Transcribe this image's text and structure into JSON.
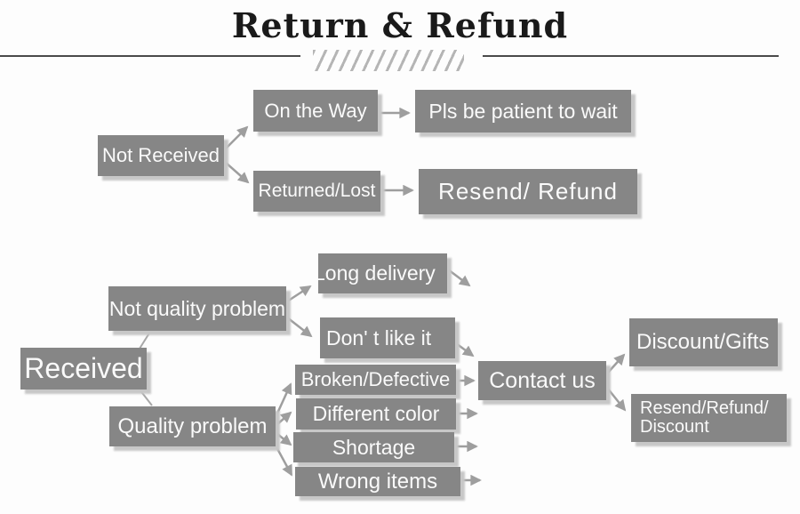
{
  "title": "Return & Refund",
  "nodes": {
    "not_received": "Not Received",
    "on_the_way": "On the Way",
    "pls_wait": "Pls be patient to wait",
    "returned_lost": "Returned/Lost",
    "resend_refund": "Resend/ Refund",
    "received": "Received",
    "not_quality_problem": "Not quality problem",
    "long_delivery": "Long delivery",
    "dont_like_it": "Don'  t like it",
    "quality_problem": "Quality problem",
    "broken_defective": "Broken/Defective",
    "different_color": "Different color",
    "shortage": "Shortage",
    "wrong_items": "Wrong items",
    "contact_us": "Contact us",
    "discount_gifts": "Discount/Gifts",
    "resend_refund_discount_line1": "Resend/Refund/",
    "resend_refund_discount_line2": "Discount"
  },
  "edges": [
    {
      "from": "not_received",
      "to": "on_the_way"
    },
    {
      "from": "not_received",
      "to": "returned_lost"
    },
    {
      "from": "on_the_way",
      "to": "pls_wait"
    },
    {
      "from": "returned_lost",
      "to": "resend_refund"
    },
    {
      "from": "received",
      "to": "not_quality_problem"
    },
    {
      "from": "received",
      "to": "quality_problem"
    },
    {
      "from": "not_quality_problem",
      "to": "long_delivery"
    },
    {
      "from": "not_quality_problem",
      "to": "dont_like_it"
    },
    {
      "from": "long_delivery",
      "to": "contact_us"
    },
    {
      "from": "dont_like_it",
      "to": "contact_us"
    },
    {
      "from": "quality_problem",
      "to": "broken_defective"
    },
    {
      "from": "quality_problem",
      "to": "different_color"
    },
    {
      "from": "quality_problem",
      "to": "shortage"
    },
    {
      "from": "quality_problem",
      "to": "wrong_items"
    },
    {
      "from": "broken_defective",
      "to": "contact_us"
    },
    {
      "from": "different_color",
      "to": "contact_us"
    },
    {
      "from": "shortage",
      "to": "contact_us"
    },
    {
      "from": "wrong_items",
      "to": "contact_us"
    },
    {
      "from": "contact_us",
      "to": "discount_gifts"
    },
    {
      "from": "contact_us",
      "to": "resend_refund_discount"
    }
  ],
  "colors": {
    "box_fill": "#868686",
    "box_text": "#fafafa",
    "box_shadow": "#c7c7c7",
    "arrow": "#9e9e9e",
    "title_text": "#1a1a1a",
    "rule": "#4a4a4a",
    "hatch": "#b5b5b5"
  }
}
